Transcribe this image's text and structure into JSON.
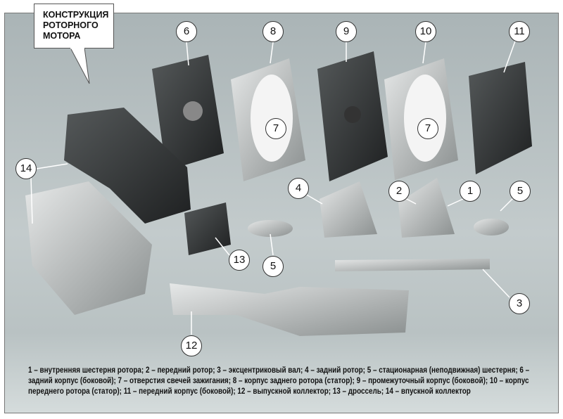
{
  "title": [
    "КОНСТРУКЦИЯ",
    "РОТОРНОГО",
    "МОТОРА"
  ],
  "labels": [
    "6",
    "8",
    "9",
    "10",
    "11",
    "7",
    "7",
    "14",
    "4",
    "2",
    "1",
    "5",
    "13",
    "5",
    "3",
    "12"
  ],
  "caption": "1 – внутренняя шестерня ротора; 2 – передний ротор; 3 – эксцентриковый вал; 4 – задний ротор; 5 – стационарная (неподвижная) шестерня; 6 – задний корпус (боковой); 7 – отверстия свечей зажигания; 8 – корпус заднего ротора (статор); 9 – промежуточный корпус (боковой); 10 – корпус переднего ротора (статор); 11 – передний корпус (боковой); 12 – выпускной коллектор; 13 – дроссель; 14 – впускной коллектор"
}
